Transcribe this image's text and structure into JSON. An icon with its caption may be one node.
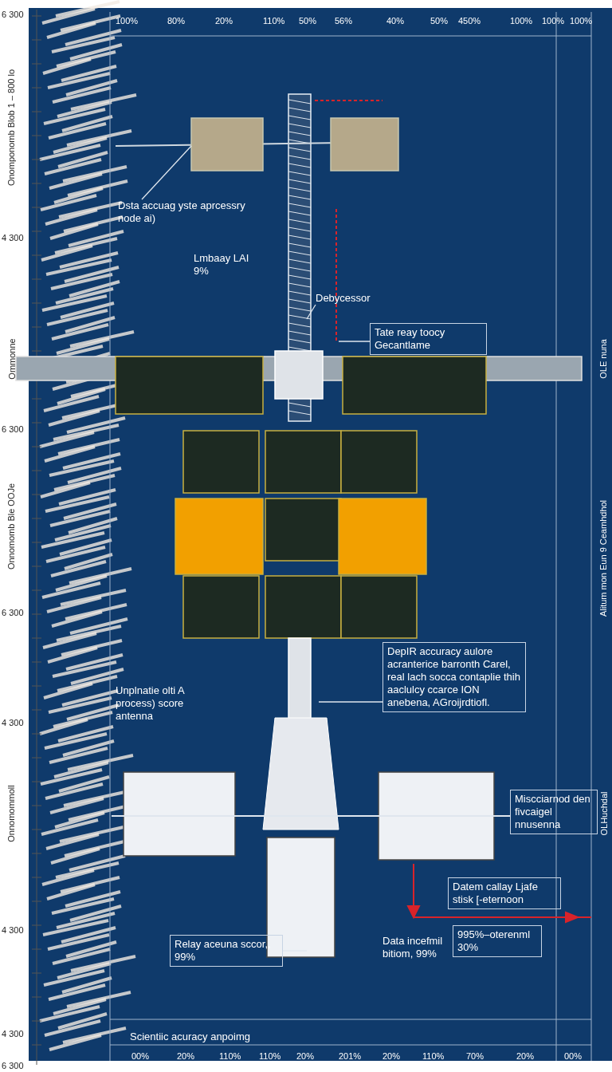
{
  "diagram": {
    "nodes": [
      {
        "text": [
          "Dsta accuag yste aprcessry node ai)"
        ]
      },
      {
        "text": [
          "Lmbaay LAI 9%"
        ]
      },
      {
        "text": [
          "Debycessor"
        ]
      },
      {
        "text": [
          "Tate reay toocy Gecantlame"
        ]
      },
      {
        "text": [
          "DepIR accuracy aulore acranterice barronth Carel, real lach socca contaplie thih aaclulcy ccarce ION anebena, AGroijrdtiofl."
        ]
      },
      {
        "text": [
          "Unplnatie olti A process) score antenna"
        ]
      },
      {
        "text": [
          "Miscciarnod den fivcaigel nnusenna"
        ]
      },
      {
        "text": [
          "Datem callay Ljafe stisk [-eternoon"
        ]
      },
      {
        "text": [
          "995%–oterenml 30%"
        ]
      },
      {
        "text": [
          "Data incefmil bitiom, 99%"
        ]
      },
      {
        "text": [
          "Relay aceuna sccor,, 99%"
        ]
      },
      {
        "text": [
          "Scientiic acuracy anpoimg"
        ]
      }
    ],
    "edges": [
      {
        "from": 0,
        "to": null,
        "arrow": "none"
      },
      {
        "from": 2,
        "to": null,
        "arrow": "none"
      },
      {
        "from": 3,
        "to": null,
        "arrow": "none"
      },
      {
        "from": 4,
        "to": null,
        "arrow": "none"
      },
      {
        "from": 6,
        "to": null,
        "arrow": "none"
      },
      {
        "from": 10,
        "to": null,
        "arrow": "none"
      }
    ],
    "labels": [
      "100%",
      "80%",
      "20%",
      "110%",
      "50%",
      "56%",
      "40%",
      "50%",
      "450%",
      "100%",
      "100%",
      "100%",
      "6 300",
      "Onomponomb Blob 1 – 800 lo",
      "4 300",
      "Ommonne",
      "OLE nuna",
      "6 300",
      "Onnomomb Ble OOJe",
      "Alitum mon Eun 9 Ceamhdhol",
      "6 300",
      "4 300",
      "Onnomommoll",
      "OLHuchdal",
      "4 300",
      "4 300",
      "00%",
      "20%",
      "110%",
      "110%",
      "20%",
      "201%",
      "20%",
      "110%",
      "70%",
      "20%",
      "00%",
      "6 300"
    ]
  }
}
